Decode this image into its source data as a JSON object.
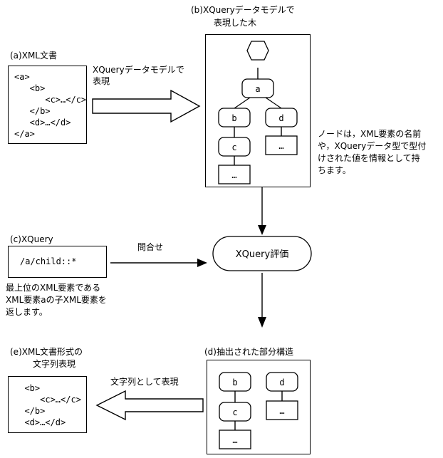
{
  "diagram": {
    "title_a": "(a)XML文書",
    "title_b_line1": "(b)XQueryデータモデルで",
    "title_b_line2": "表現した木",
    "title_c": "(c)XQuery",
    "title_d": "(d)抽出された部分構造",
    "title_e_line1": "(e)XML文書形式の",
    "title_e_line2": "文字列表現"
  },
  "xml_source": {
    "lines": [
      "<a>",
      "   <b>",
      "      <c>…</c>",
      "   </b>",
      "   <d>…</d>",
      "</a>"
    ],
    "text": "<a>\n   <b>\n      <c>…</c>\n   </b>\n   <d>…</d>\n</a>"
  },
  "xml_result": {
    "lines": [
      "  <b>",
      "     <c>…</c>",
      "  </b>",
      "  <d>…</d>"
    ],
    "text": "  <b>\n     <c>…</c>\n  </b>\n  <d>…</d>"
  },
  "xquery": {
    "expression": "/a/child::*",
    "explanation": "最上位のXML要素である\nXML要素aの子XML要素を\n返します。"
  },
  "arrows": {
    "block_right_label": "XQueryデータモデルで\n表現",
    "query_label": "問合せ",
    "block_left_label": "文字列として表現"
  },
  "process": {
    "evaluate_label": "XQuery評価"
  },
  "tree_full": {
    "root_shape": "hexagon",
    "root_label": "",
    "nodes": [
      {
        "id": "root",
        "label": "",
        "shape": "hexagon"
      },
      {
        "id": "a",
        "label": "a",
        "shape": "rounded-rect"
      },
      {
        "id": "b",
        "label": "b",
        "shape": "rounded-rect"
      },
      {
        "id": "d",
        "label": "d",
        "shape": "rounded-rect"
      },
      {
        "id": "c",
        "label": "c",
        "shape": "rounded-rect"
      },
      {
        "id": "text_c",
        "label": "…",
        "shape": "rect"
      },
      {
        "id": "text_d",
        "label": "…",
        "shape": "rect"
      }
    ]
  },
  "tree_extracted": {
    "nodes": [
      {
        "id": "b",
        "label": "b",
        "shape": "rounded-rect"
      },
      {
        "id": "d",
        "label": "d",
        "shape": "rounded-rect"
      },
      {
        "id": "c",
        "label": "c",
        "shape": "rounded-rect"
      },
      {
        "id": "text_c",
        "label": "…",
        "shape": "rect"
      },
      {
        "id": "text_d",
        "label": "…",
        "shape": "rect"
      }
    ]
  },
  "annotations": {
    "node_info": "ノードは，XML要素の名前\nや，XQueryデータ型で型付\nけされた値を情報として持\nちます。"
  },
  "colors": {
    "stroke": "#000000",
    "background": "#ffffff",
    "text": "#000000"
  }
}
